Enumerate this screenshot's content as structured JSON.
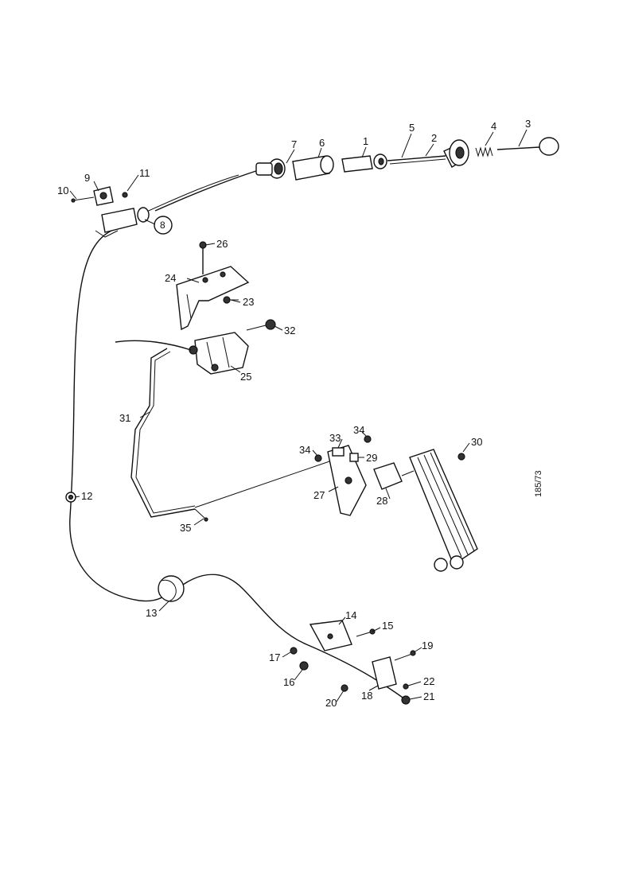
{
  "diagram": {
    "catalog_number": "185/73",
    "parts": {
      "p1": "1",
      "p2": "2",
      "p3": "3",
      "p4": "4",
      "p5": "5",
      "p6": "6",
      "p7": "7",
      "p8": "8",
      "p9": "9",
      "p10": "10",
      "p11": "11",
      "p12": "12",
      "p13": "13",
      "p14": "14",
      "p15": "15",
      "p16": "16",
      "p17": "17",
      "p18": "18",
      "p19": "19",
      "p20": "20",
      "p21": "21",
      "p22": "22",
      "p23": "23",
      "p24": "24",
      "p25": "25",
      "p26": "26",
      "p27": "27",
      "p28": "28",
      "p29": "29",
      "p30": "30",
      "p31": "31",
      "p32": "32",
      "p33": "33",
      "p34a": "34",
      "p34b": "34",
      "p35": "35"
    }
  }
}
